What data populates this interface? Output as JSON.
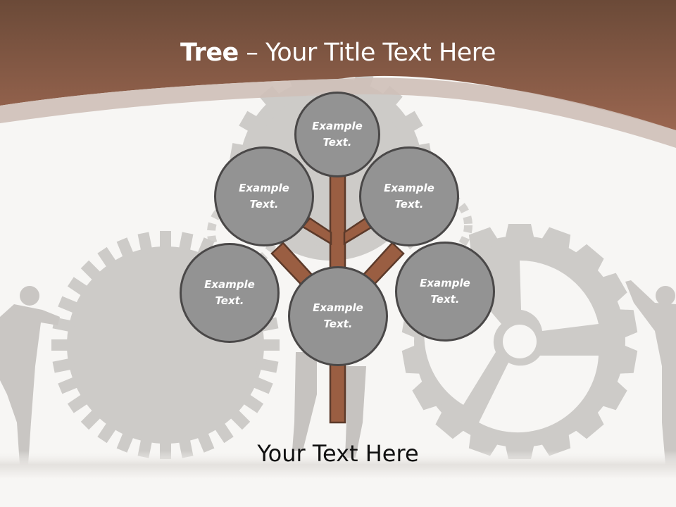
{
  "slide": {
    "title": {
      "bold": "Tree",
      "dash": " – ",
      "rest": "Your Title Text Here"
    },
    "nodes": [
      {
        "id": "top",
        "line1": "Example",
        "line2": "Text."
      },
      {
        "id": "upper-left",
        "line1": "Example",
        "line2": "Text."
      },
      {
        "id": "upper-right",
        "line1": "Example",
        "line2": "Text."
      },
      {
        "id": "lower-left",
        "line1": "Example",
        "line2": "Text."
      },
      {
        "id": "center",
        "line1": "Example",
        "line2": "Text."
      },
      {
        "id": "lower-right",
        "line1": "Example",
        "line2": "Text."
      }
    ],
    "footer": "Your Text Here"
  },
  "colors": {
    "header_top": "#6b4a38",
    "header_bottom": "#9a6650",
    "header_band": "#cfc0b9",
    "background": "#f7f6f4",
    "gear": "#cdcbc8",
    "node_fill": "#939393",
    "node_border": "#4a4848",
    "trunk_fill": "#9a5e42",
    "trunk_border": "#5c3a2a"
  }
}
